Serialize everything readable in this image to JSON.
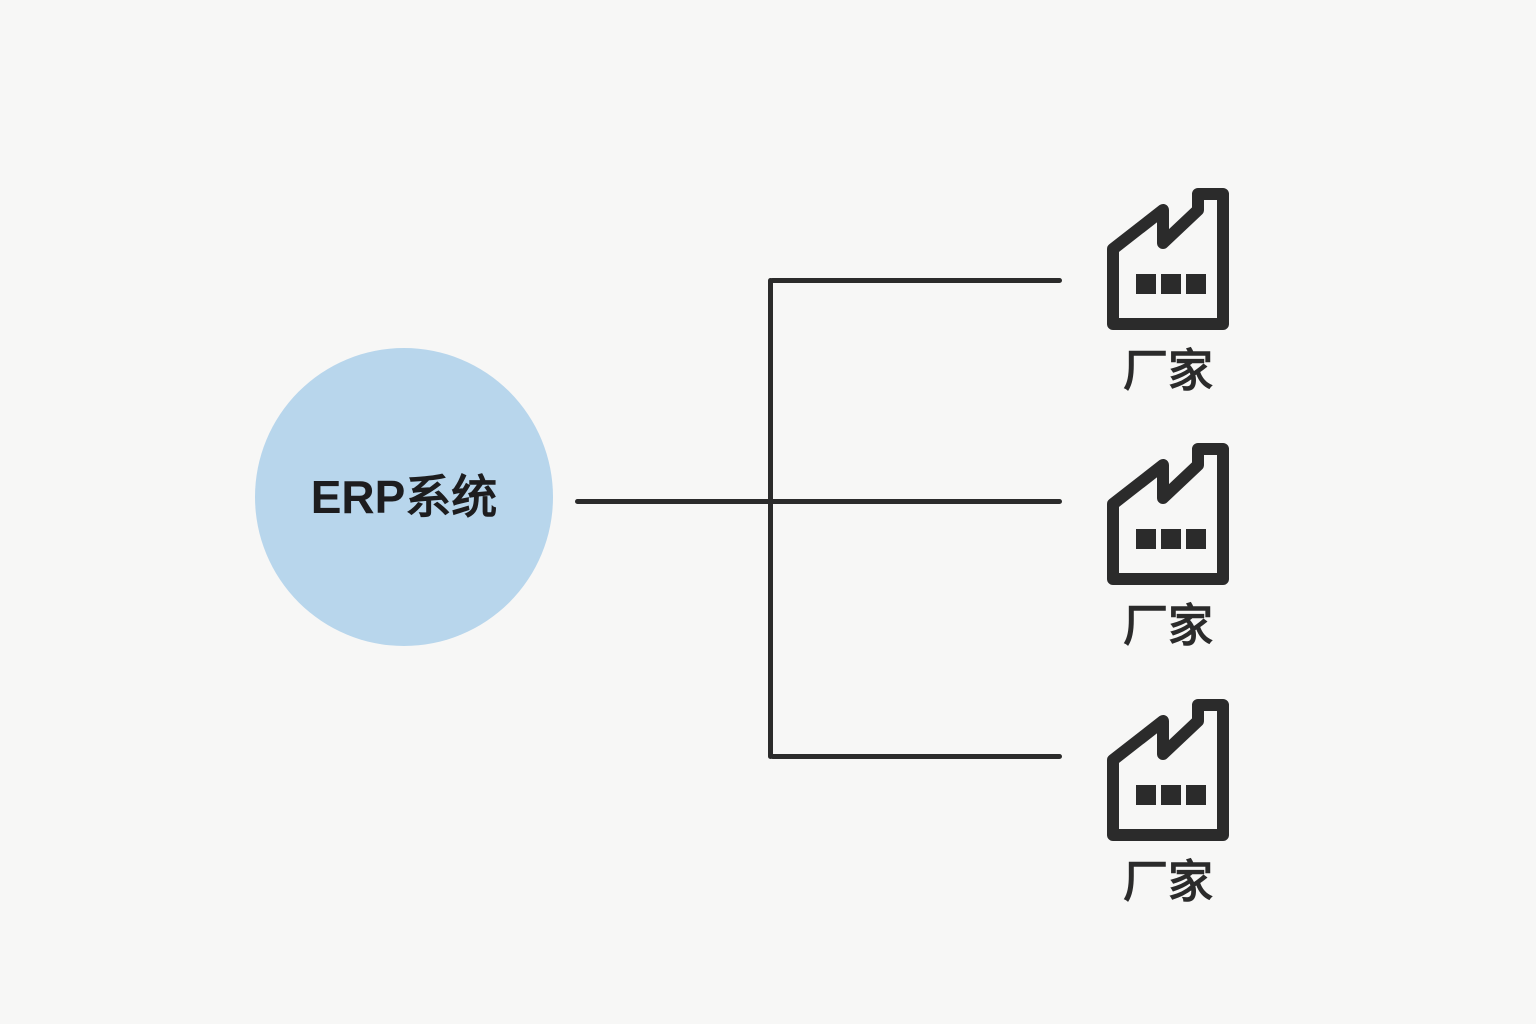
{
  "diagram": {
    "background_color": "#f7f7f6",
    "hub": {
      "label": "ERP系统",
      "shape": "circle",
      "fill_color": "#b8d6ec",
      "text_color": "#1d1d1f"
    },
    "connector": {
      "color": "#2b2b2b",
      "style": "orthogonal-bracket"
    },
    "leaves": [
      {
        "label": "厂家",
        "icon": "factory-icon",
        "icon_color": "#2b2b2b"
      },
      {
        "label": "厂家",
        "icon": "factory-icon",
        "icon_color": "#2b2b2b"
      },
      {
        "label": "厂家",
        "icon": "factory-icon",
        "icon_color": "#2b2b2b"
      }
    ]
  }
}
